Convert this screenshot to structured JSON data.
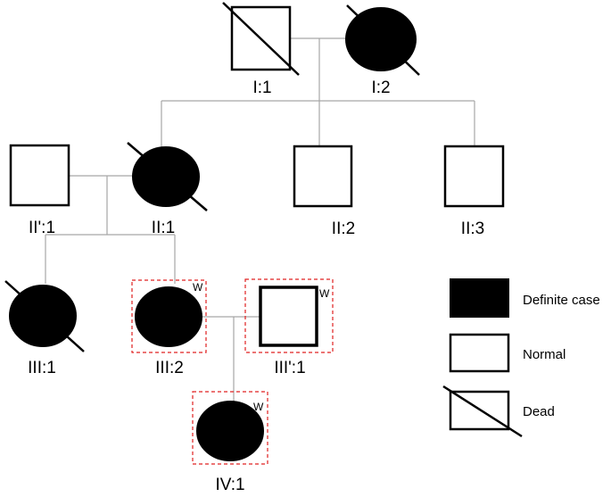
{
  "pedigree": {
    "individuals": [
      {
        "id": "I:1",
        "label": "I:1",
        "sex": "male",
        "affected": false,
        "deceased": true,
        "witness": false
      },
      {
        "id": "I:2",
        "label": "I:2",
        "sex": "female",
        "affected": true,
        "deceased": true,
        "witness": false
      },
      {
        "id": "II'1",
        "label": "II':1",
        "sex": "male",
        "affected": false,
        "deceased": false,
        "witness": false
      },
      {
        "id": "II:1",
        "label": "II:1",
        "sex": "female",
        "affected": true,
        "deceased": true,
        "witness": false
      },
      {
        "id": "II:2",
        "label": "II:2",
        "sex": "male",
        "affected": false,
        "deceased": false,
        "witness": false
      },
      {
        "id": "II:3",
        "label": "II:3",
        "sex": "male",
        "affected": false,
        "deceased": false,
        "witness": false
      },
      {
        "id": "III:1",
        "label": "III:1",
        "sex": "female",
        "affected": true,
        "deceased": true,
        "witness": false
      },
      {
        "id": "III:2",
        "label": "III:2",
        "sex": "female",
        "affected": true,
        "deceased": false,
        "witness": true
      },
      {
        "id": "III'1",
        "label": "III':1",
        "sex": "male",
        "affected": false,
        "deceased": false,
        "witness": true
      },
      {
        "id": "IV:1",
        "label": "IV:1",
        "sex": "female",
        "affected": true,
        "deceased": false,
        "witness": true
      }
    ],
    "witness_mark": "W"
  },
  "legend": {
    "definite": "Definite case",
    "normal": "Normal",
    "dead": "Dead"
  },
  "colors": {
    "affected": "#000000",
    "connector": "#a6a6a6",
    "highlight_box": "#e02020"
  }
}
